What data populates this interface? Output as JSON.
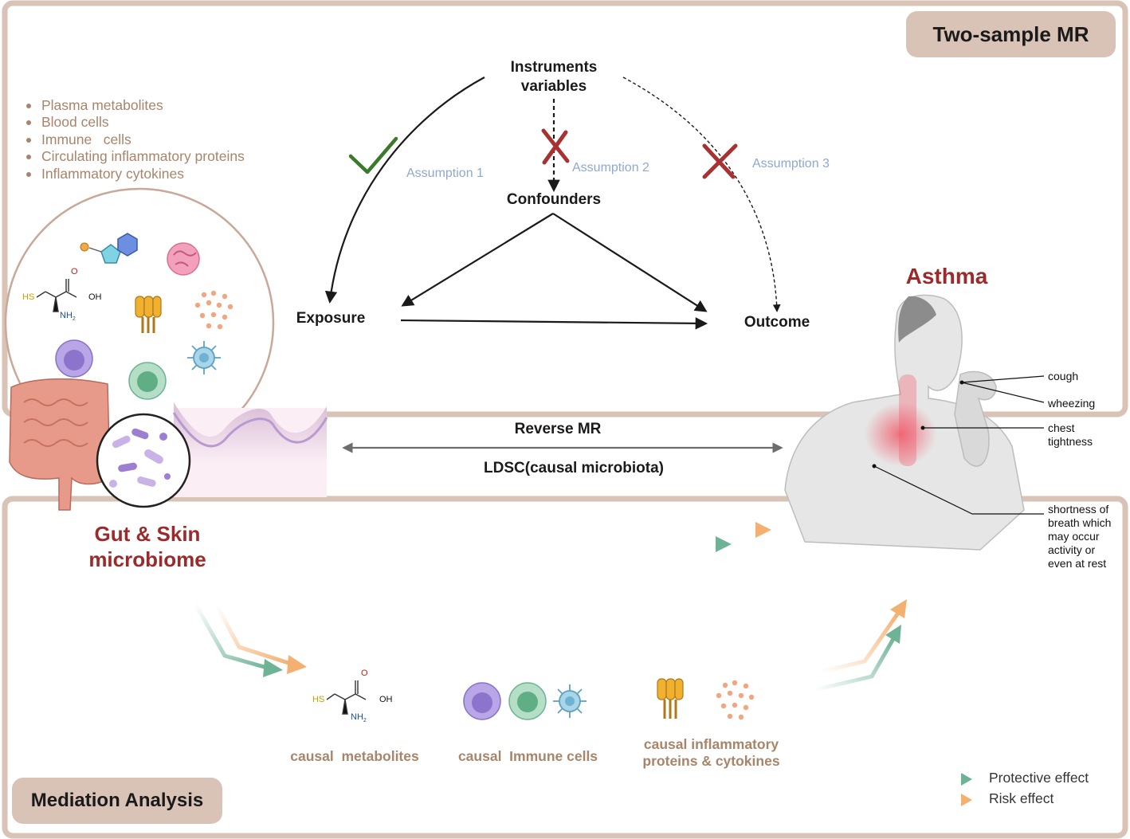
{
  "panels": {
    "top_title": "Two-sample MR",
    "bottom_title": "Mediation Analysis"
  },
  "exposure_list": [
    "Plasma metabolites",
    "Blood cells",
    "Immune   cells",
    "Circulating inflammatory proteins",
    "Inflammatory cytokines"
  ],
  "mr_diagram": {
    "instruments": "Instruments variables",
    "confounders": "Confounders",
    "exposure": "Exposure",
    "outcome": "Outcome",
    "assumption1": "Assumption 1",
    "assumption2": "Assumption 2",
    "assumption3": "Assumption 3"
  },
  "middle": {
    "reverse_mr": "Reverse MR",
    "ldsc": "LDSC(causal microbiota)"
  },
  "source": {
    "title_line1": "Gut & Skin",
    "title_line2": "microbiome"
  },
  "asthma": {
    "title": "Asthma",
    "symptoms": {
      "cough": "cough",
      "wheezing": "wheezing",
      "chest_line1": "chest",
      "chest_line2": "tightness",
      "sob_line1": "shortness of",
      "sob_line2": "breath which",
      "sob_line3": "may occur",
      "sob_line4": "activity or",
      "sob_line5": "even at rest"
    }
  },
  "mediators": {
    "metabolites": "causal  metabolites",
    "immune": "causal  Immune cells",
    "proteins_line1": "causal inflammatory",
    "proteins_line2": "proteins & cytokines"
  },
  "molecule": {
    "sh": "HS",
    "o": "O",
    "oh": "OH",
    "nh": "NH",
    "sub": "2"
  },
  "legend": {
    "protective": "Protective effect",
    "risk": "Risk effect"
  },
  "colors": {
    "panel_border": "#d9c3b6",
    "protective": "#6fb396",
    "risk": "#f3b070",
    "title_red": "#9c2a2a",
    "brown_text": "#a8856a",
    "assumption_blue": "#8fa8cf",
    "cross_red": "#a83232",
    "check_green": "#3b7a2a"
  }
}
